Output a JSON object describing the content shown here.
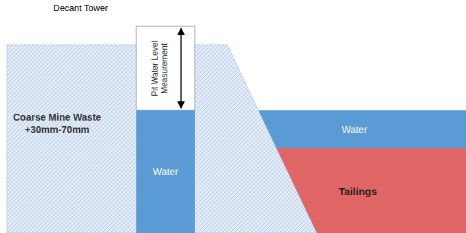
{
  "diagram": {
    "nodes": [
      {
        "text": [
          "Coarse Mine Waste",
          "+30mm-70mm"
        ]
      },
      {
        "text": [
          "Decant Tower",
          "Pit Water Level Measurement"
        ],
        "in": 0
      },
      {
        "text": [
          "Water"
        ],
        "in": 1
      },
      {
        "text": [
          "Water"
        ]
      },
      {
        "text": [
          "Tailings"
        ]
      }
    ],
    "edges": []
  }
}
